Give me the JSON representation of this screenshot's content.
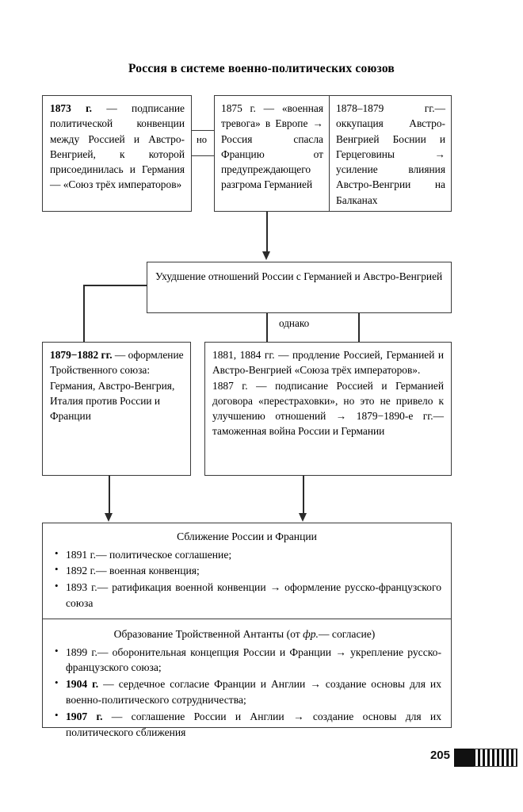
{
  "document": {
    "title": "Россия в системе военно-политических союзов",
    "page_number": "205"
  },
  "row1": {
    "box1": {
      "bold_lead": "1873 г.",
      "text": " — подписание политической конвенции между Россией и Австро-Венгрией, к которой присоединилась и Германия — «Союз трёх императоров»"
    },
    "connector_label": "но",
    "box2": {
      "text": "1875 г. — «военная тревога» в Европе → Россия спасла Францию от предупреждающего разгрома Германией"
    },
    "box3": {
      "text": "1878–1879 гг.— оккупация Австро-Венгрией Боснии и Герцеговины → усиление влияния Австро-Венгрии на Балканах"
    }
  },
  "row2": {
    "box_middle": {
      "text": "Ухудшение отношений России с Германией и Австро-Венгрией"
    },
    "connector_label": "однако"
  },
  "row3": {
    "box_left": {
      "bold_lead": "1879−1882 гг.",
      "text": " — оформление Тройственного союза: Германия, Австро-Венгрия, Италия против России и Франции"
    },
    "box_right": {
      "para1": "1881, 1884 гг. — продление Россией, Германией и Австро-Венгрией «Союза трёх императоров».",
      "para2": "1887 г. — подписание Россией и Германией договора «перестраховки», но это не привело к улучшению отношений → 1879−1890-е гг.— таможенная война России и Германии"
    }
  },
  "bottom": {
    "section1": {
      "heading": "Сближение России и Франции",
      "bullets": [
        {
          "lead": "1891 г.",
          "lead_bold": false,
          "text": "— политическое соглашение;"
        },
        {
          "lead": "1892 г.",
          "lead_bold": false,
          "text": "— военная конвенция;"
        },
        {
          "lead": "1893 г.",
          "lead_bold": false,
          "text": "— ратификация военной конвенции →  оформление русско-французского союза"
        }
      ]
    },
    "section2": {
      "heading_part1": "Образование Тройственной Антанты (от ",
      "heading_italic": "фр.",
      "heading_part2": "— согласие)",
      "bullets": [
        {
          "lead": "1899 г.",
          "lead_bold": false,
          "text": "— оборонительная концепция России и Франции → укрепление русско-французского союза;"
        },
        {
          "lead": "1904 г.",
          "lead_bold": true,
          "text": " — сердечное согласие Франции и Англии → создание основы для их военно-политического сотрудничества;"
        },
        {
          "lead": "1907 г.",
          "lead_bold": true,
          "text": " — соглашение России и Англии → создание основы для их политического сближения"
        }
      ]
    }
  }
}
